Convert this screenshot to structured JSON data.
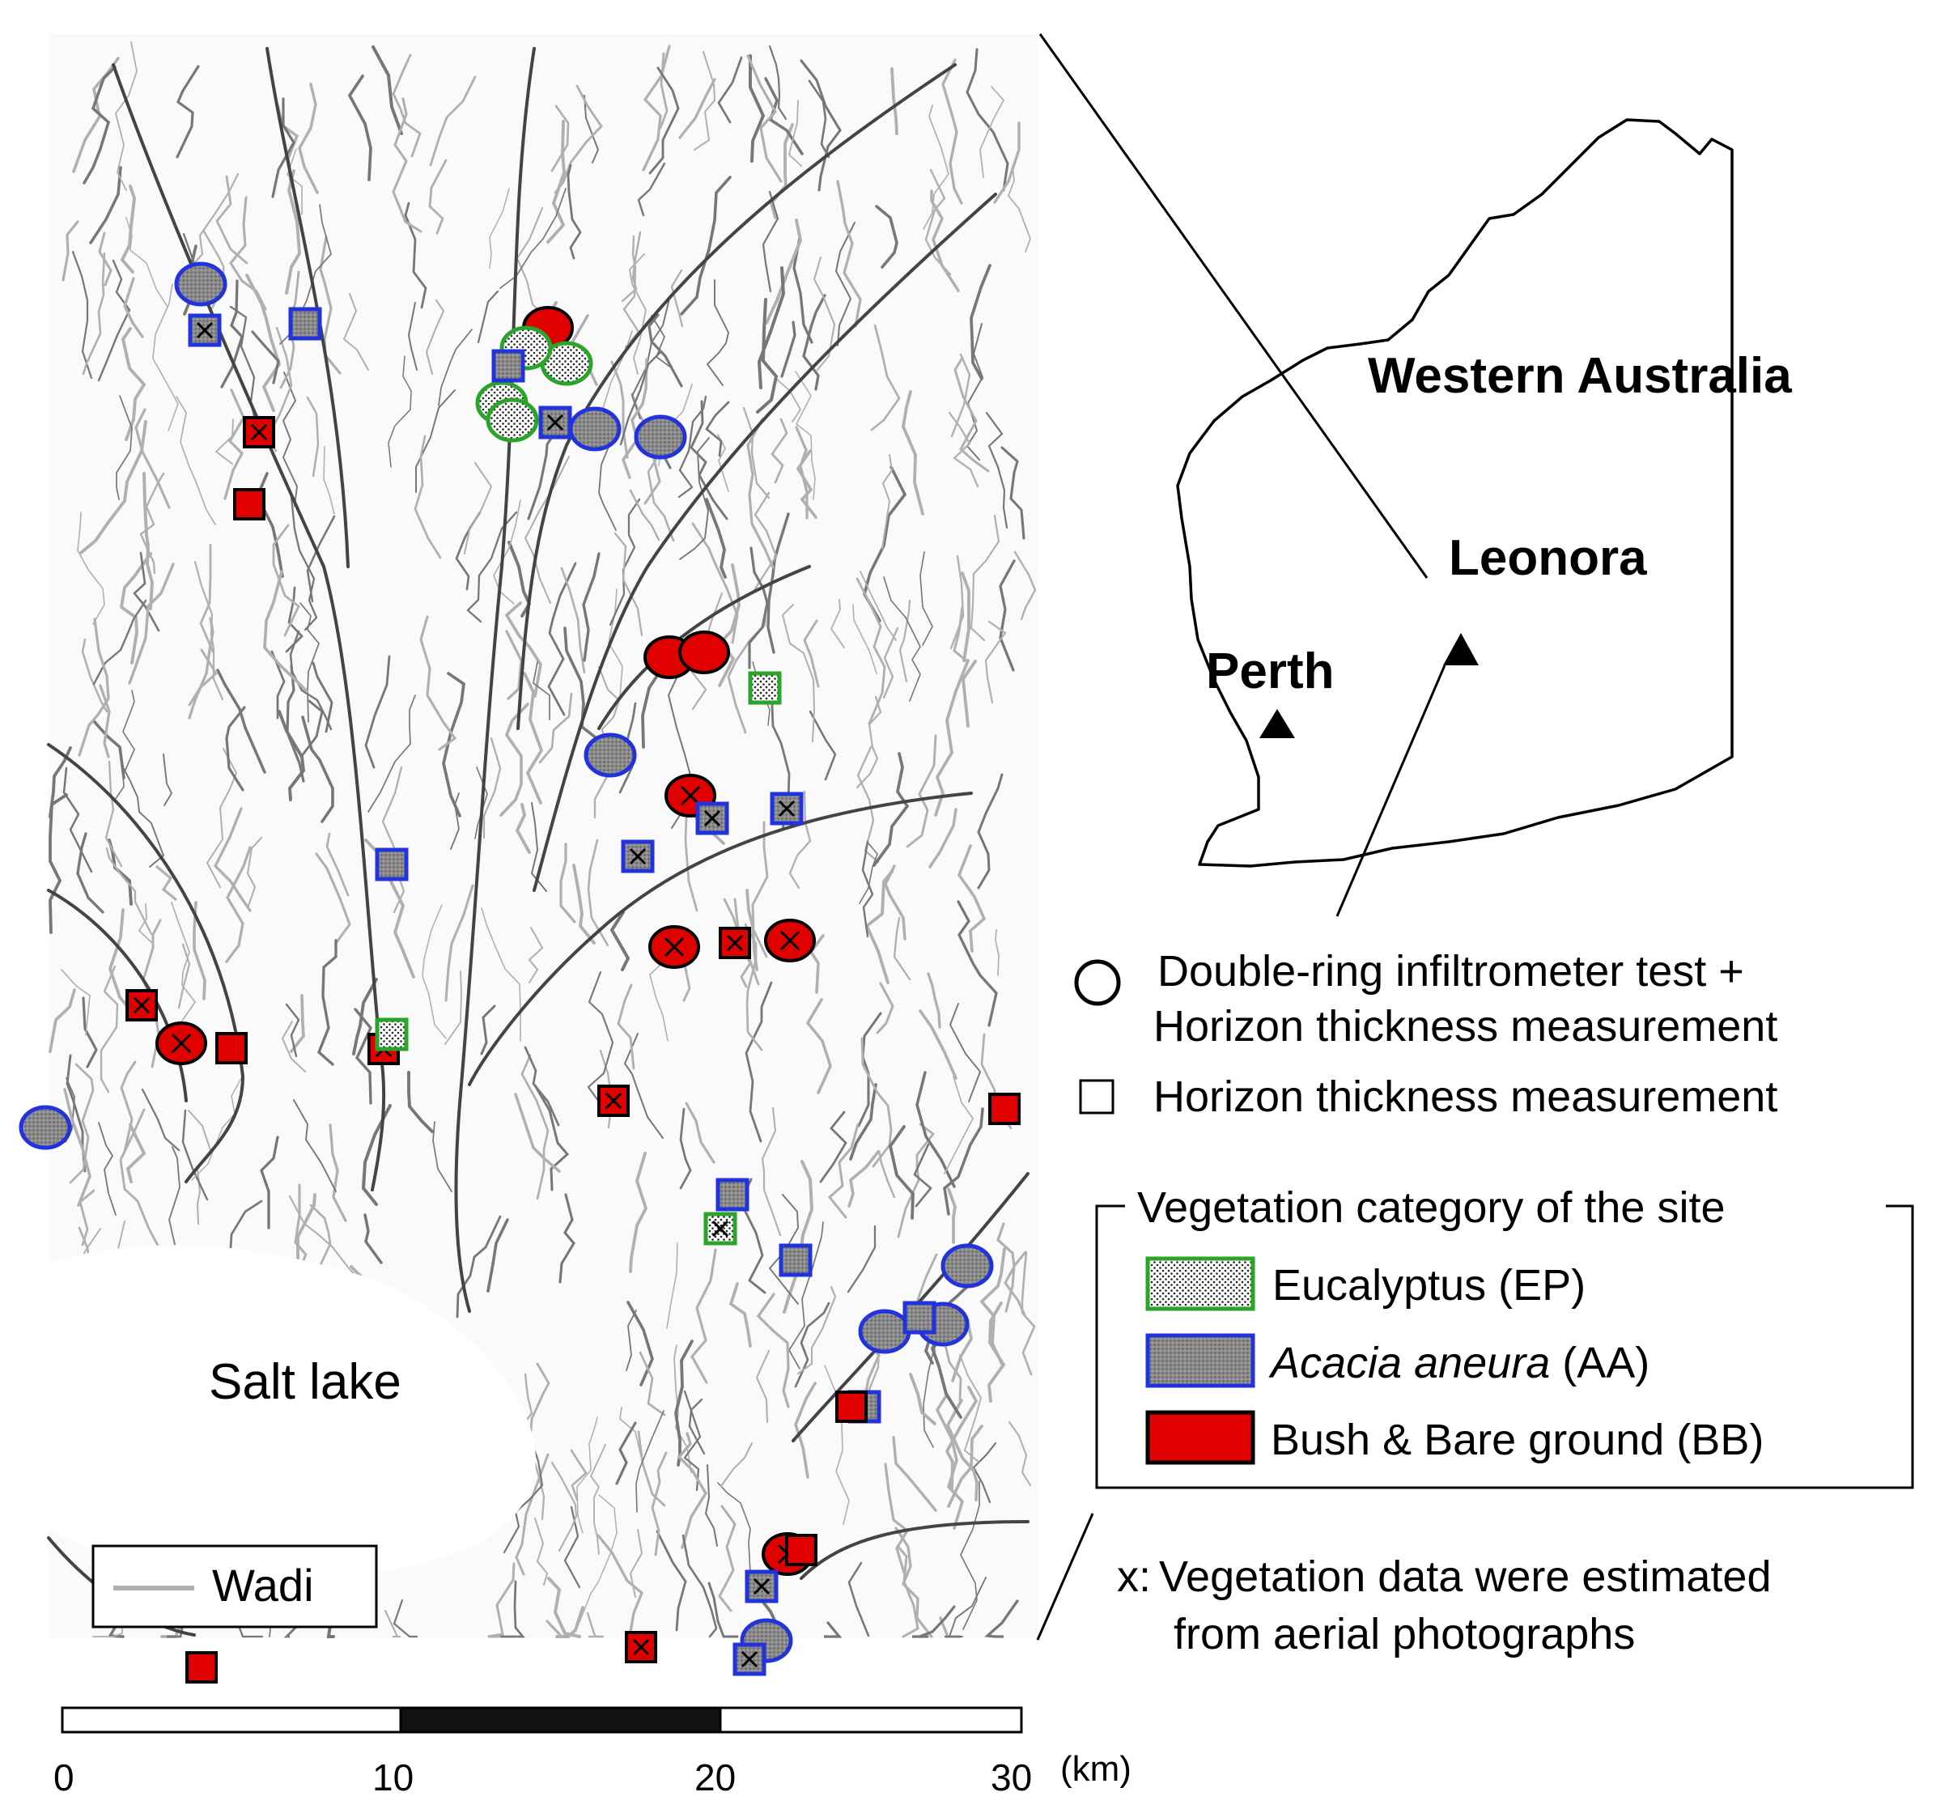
{
  "inset": {
    "region_label": "Western Australia",
    "towns": [
      {
        "name": "Leonora"
      },
      {
        "name": "Perth"
      }
    ]
  },
  "map": {
    "salt_lake_label": "Salt lake",
    "wadi_legend_label": "Wadi",
    "colors": {
      "wadi": "#b0b0b0",
      "main_channel": "#444444",
      "eucalyptus_outline": "#2aa52a",
      "acacia_outline": "#2233dd",
      "acacia_fill": "#8a8a8a",
      "bush_fill": "#e00000"
    }
  },
  "legend": {
    "circle_line1": "Double-ring infiltrometer test +",
    "circle_line2": "Horizon thickness measurement",
    "square_label": "Horizon thickness measurement",
    "group_title": "Vegetation category of the site",
    "categories": [
      {
        "key": "EP",
        "text": "Eucalyptus (EP)"
      },
      {
        "key": "AA",
        "name": "Acacia aneura",
        "suffix": " (AA)"
      },
      {
        "key": "BB",
        "text": "Bush & Bare ground (BB)"
      }
    ],
    "note_marker": "x:",
    "note_line1": "Vegetation data were estimated",
    "note_line2": "from aerial photographs"
  },
  "scale_bar": {
    "ticks": [
      "0",
      "10",
      "20",
      "30"
    ],
    "unit": "(km)"
  }
}
